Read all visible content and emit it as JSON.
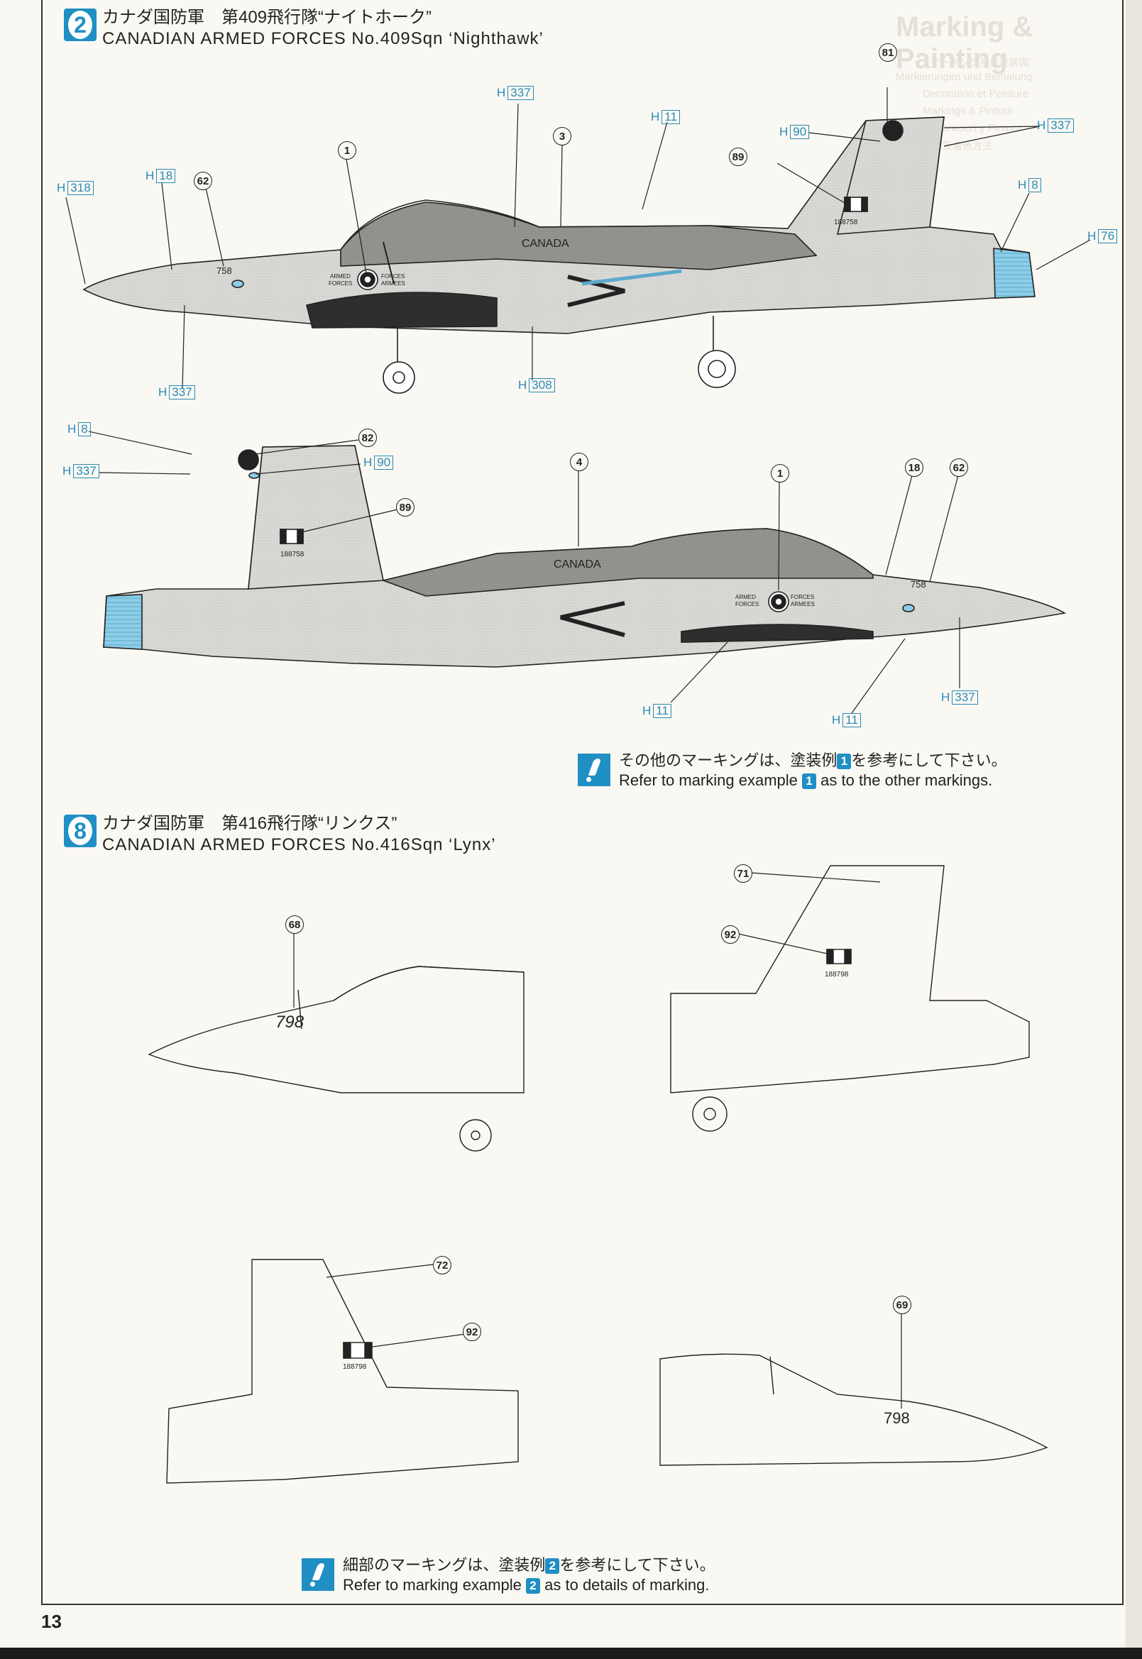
{
  "page_number": "13",
  "ghost_text": {
    "title": "Marking & Painting",
    "lines": [
      "マーキング及び塗装図",
      "Markierungen und Bemalung",
      "Decoration et Peinture",
      "Markings & Pintura",
      "Decoracion y Pintura",
      "标志及着色方法"
    ]
  },
  "sections": [
    {
      "badge": "2",
      "title_jp": "カナダ国防軍　第409飛行隊“ナイトホーク”",
      "title_en": "CANADIAN  ARMED  FORCES  No.409Sqn  ‘Nighthawk’",
      "views": [
        {
          "name": "left-side-view",
          "serial": "188758",
          "nose_number": "758",
          "fuselage_text": "CANADA",
          "roundel_text_left": [
            "ARMED",
            "FORCES"
          ],
          "roundel_text_right": [
            "FORCES",
            "ARMEES"
          ],
          "decal_callouts": [
            "1",
            "3",
            "62",
            "81",
            "89"
          ],
          "paint_callouts": [
            {
              "prefix": "H",
              "code": "318"
            },
            {
              "prefix": "H",
              "code": "18"
            },
            {
              "prefix": "H",
              "code": "337"
            },
            {
              "prefix": "H",
              "code": "11"
            },
            {
              "prefix": "H",
              "code": "90"
            },
            {
              "prefix": "H",
              "code": "337"
            },
            {
              "prefix": "H",
              "code": "8"
            },
            {
              "prefix": "H",
              "code": "76"
            },
            {
              "prefix": "H",
              "code": "337"
            },
            {
              "prefix": "H",
              "code": "308"
            }
          ]
        },
        {
          "name": "right-side-view",
          "serial": "188758",
          "nose_number": "758",
          "fuselage_text": "CANADA",
          "roundel_text_left": [
            "ARMED",
            "FORCES"
          ],
          "roundel_text_right": [
            "FORCES",
            "ARMEES"
          ],
          "decal_callouts": [
            "82",
            "89",
            "4",
            "1",
            "18",
            "62"
          ],
          "paint_callouts": [
            {
              "prefix": "H",
              "code": "8"
            },
            {
              "prefix": "H",
              "code": "337"
            },
            {
              "prefix": "H",
              "code": "90"
            },
            {
              "prefix": "H",
              "code": "11"
            },
            {
              "prefix": "H",
              "code": "11"
            },
            {
              "prefix": "H",
              "code": "337"
            }
          ]
        }
      ],
      "note": {
        "badge": "1",
        "text_jp_before": "その他のマーキングは、塗装例",
        "text_jp_after": "を参考にして下さい。",
        "text_en_before": "Refer to marking example",
        "text_en_after": "as to the other markings."
      }
    },
    {
      "badge": "8",
      "title_jp": "カナダ国防軍　第416飛行隊“リンクス”",
      "title_en": "CANADIAN  ARMED  FORCES  No.416Sqn  ‘Lynx’",
      "views": [
        {
          "name": "left-nose-view",
          "nose_number": "798",
          "decal_callouts": [
            "68"
          ]
        },
        {
          "name": "left-tail-view",
          "serial": "188798",
          "decal_callouts": [
            "71",
            "92"
          ]
        },
        {
          "name": "right-tail-view",
          "serial": "188798",
          "decal_callouts": [
            "72",
            "92"
          ]
        },
        {
          "name": "right-nose-view",
          "nose_number": "798",
          "decal_callouts": [
            "69"
          ]
        }
      ],
      "note": {
        "badge": "2",
        "text_jp_before": "細部のマーキングは、塗装例",
        "text_jp_after": "を参考にして下さい。",
        "text_en_before": "Refer to marking example",
        "text_en_after": "as to details of marking."
      }
    }
  ],
  "colors": {
    "accent_blue": "#1f8fc4",
    "paint_callout": "#2a8ab8",
    "light_gray": "#d9d9d6",
    "dark_gray": "#8f8f8c",
    "exhaust_blue": "#8ccde8",
    "ink": "#222222"
  }
}
